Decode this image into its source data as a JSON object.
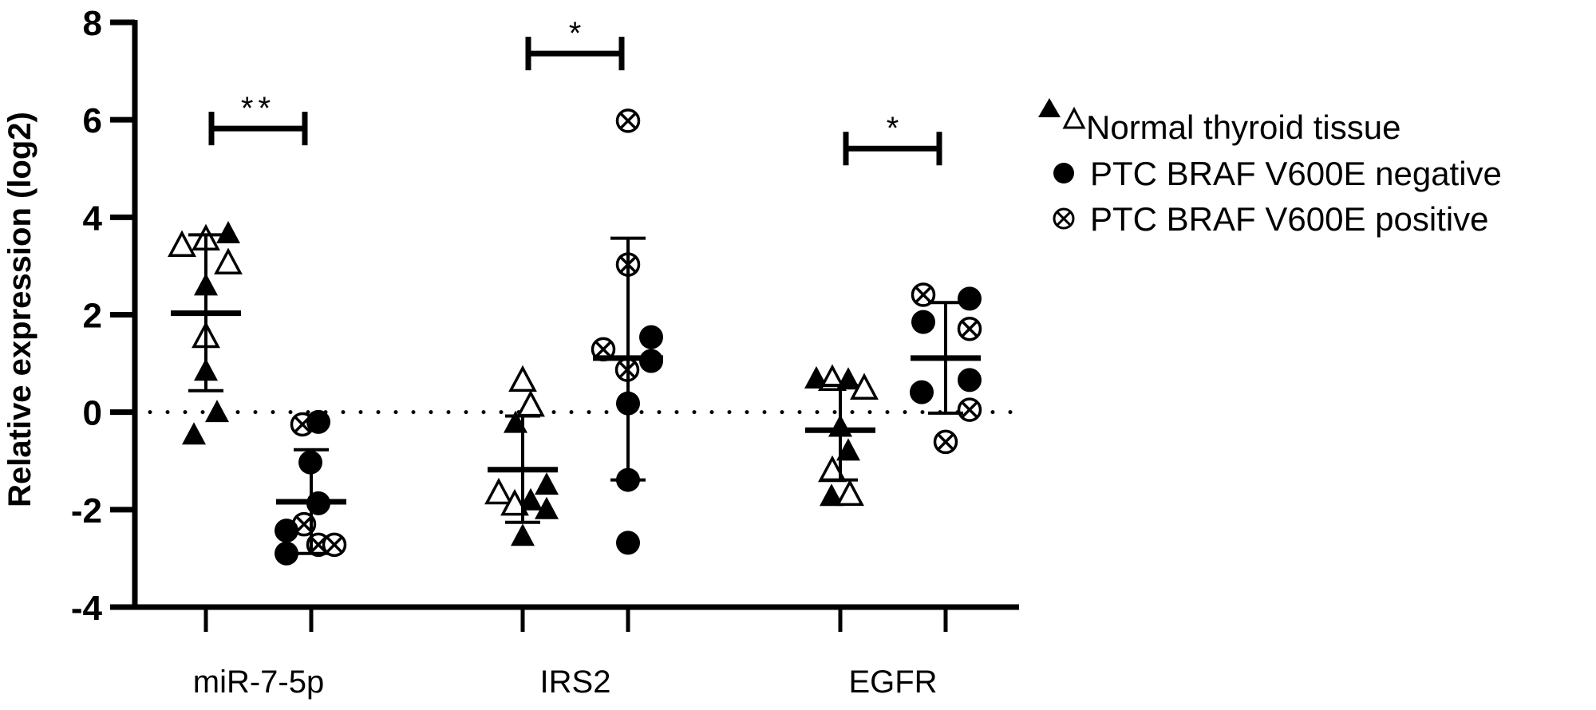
{
  "chart_data": {
    "type": "scatter",
    "subtype": "grouped dot plot with mean and SD error bars",
    "title": "",
    "xlabel": "",
    "ylabel": "Relative expression (log2)",
    "ylim": [
      -4,
      8
    ],
    "yticks": [
      -4,
      -2,
      0,
      2,
      4,
      6,
      8
    ],
    "grid": false,
    "reference_line": {
      "y": 0,
      "style": "dotted"
    },
    "legend_position": "right",
    "categories": [
      "miR-7-5p",
      "IRS2",
      "EGFR"
    ],
    "legend": [
      {
        "label": "Normal thyroid tissue",
        "markers": [
          "triangle-filled",
          "triangle-open"
        ]
      },
      {
        "label": "PTC BRAF V600E negative",
        "markers": [
          "circle-filled"
        ]
      },
      {
        "label": "PTC BRAF V600E positive",
        "markers": [
          "circle-cross"
        ]
      }
    ],
    "groups": [
      {
        "category": "miR-7-5p",
        "group": "Normal thyroid tissue",
        "mean": 2.03,
        "sd_upper": 3.64,
        "sd_lower": 0.44,
        "points": [
          {
            "dx": -30,
            "y": 3.39,
            "marker": "triangle-open"
          },
          {
            "dx": 0,
            "y": 3.52,
            "marker": "triangle-open"
          },
          {
            "dx": 28,
            "y": 3.64,
            "marker": "triangle-filled"
          },
          {
            "dx": 28,
            "y": 3.03,
            "marker": "triangle-open"
          },
          {
            "dx": 0,
            "y": 2.57,
            "marker": "triangle-filled"
          },
          {
            "dx": 0,
            "y": 1.52,
            "marker": "triangle-open"
          },
          {
            "dx": 0,
            "y": 0.82,
            "marker": "triangle-filled"
          },
          {
            "dx": 14,
            "y": -0.03,
            "marker": "triangle-filled"
          },
          {
            "dx": -15,
            "y": -0.49,
            "marker": "triangle-filled"
          }
        ]
      },
      {
        "category": "miR-7-5p",
        "group": "PTC",
        "mean": -1.84,
        "sd_upper": -0.77,
        "sd_lower": -2.9,
        "points": [
          {
            "dx": -11,
            "y": -0.25,
            "marker": "circle-cross"
          },
          {
            "dx": 9,
            "y": -0.2,
            "marker": "circle-filled"
          },
          {
            "dx": -1,
            "y": -1.03,
            "marker": "circle-filled"
          },
          {
            "dx": 9,
            "y": -1.87,
            "marker": "circle-filled"
          },
          {
            "dx": -9,
            "y": -2.3,
            "marker": "circle-cross"
          },
          {
            "dx": -31,
            "y": -2.43,
            "marker": "circle-filled"
          },
          {
            "dx": -31,
            "y": -2.9,
            "marker": "circle-filled"
          },
          {
            "dx": 9,
            "y": -2.72,
            "marker": "circle-cross"
          },
          {
            "dx": 29,
            "y": -2.72,
            "marker": "circle-cross"
          }
        ]
      },
      {
        "category": "IRS2",
        "group": "Normal thyroid tissue",
        "mean": -1.18,
        "sd_upper": -0.08,
        "sd_lower": -2.26,
        "points": [
          {
            "dx": 0,
            "y": 0.62,
            "marker": "triangle-open"
          },
          {
            "dx": 10,
            "y": 0.11,
            "marker": "triangle-open"
          },
          {
            "dx": -9,
            "y": -0.25,
            "marker": "triangle-filled"
          },
          {
            "dx": 30,
            "y": -1.52,
            "marker": "triangle-filled"
          },
          {
            "dx": -30,
            "y": -1.69,
            "marker": "triangle-open"
          },
          {
            "dx": 10,
            "y": -1.84,
            "marker": "triangle-filled"
          },
          {
            "dx": -10,
            "y": -1.92,
            "marker": "triangle-open"
          },
          {
            "dx": 30,
            "y": -2.02,
            "marker": "triangle-filled"
          },
          {
            "dx": 0,
            "y": -2.57,
            "marker": "triangle-filled"
          }
        ]
      },
      {
        "category": "IRS2",
        "group": "PTC",
        "mean": 1.11,
        "sd_upper": 3.57,
        "sd_lower": -1.39,
        "points": [
          {
            "dx": 0,
            "y": 5.98,
            "marker": "circle-cross"
          },
          {
            "dx": 0,
            "y": 3.03,
            "marker": "circle-cross"
          },
          {
            "dx": 29,
            "y": 1.54,
            "marker": "circle-filled"
          },
          {
            "dx": -31,
            "y": 1.29,
            "marker": "circle-cross"
          },
          {
            "dx": 29,
            "y": 1.05,
            "marker": "circle-filled"
          },
          {
            "dx": -1,
            "y": 0.87,
            "marker": "circle-cross"
          },
          {
            "dx": 0,
            "y": 0.18,
            "marker": "circle-filled"
          },
          {
            "dx": 0,
            "y": -1.39,
            "marker": "circle-filled"
          },
          {
            "dx": 0,
            "y": -2.68,
            "marker": "circle-filled"
          }
        ]
      },
      {
        "category": "EGFR",
        "group": "Normal thyroid tissue",
        "mean": -0.37,
        "sd_upper": 0.55,
        "sd_lower": -1.39,
        "points": [
          {
            "dx": -30,
            "y": 0.66,
            "marker": "triangle-filled"
          },
          {
            "dx": -10,
            "y": 0.64,
            "marker": "triangle-open"
          },
          {
            "dx": 10,
            "y": 0.64,
            "marker": "triangle-filled"
          },
          {
            "dx": 30,
            "y": 0.46,
            "marker": "triangle-open"
          },
          {
            "dx": 0,
            "y": -0.33,
            "marker": "triangle-filled"
          },
          {
            "dx": 10,
            "y": -0.82,
            "marker": "triangle-filled"
          },
          {
            "dx": -10,
            "y": -1.23,
            "marker": "triangle-open"
          },
          {
            "dx": -11,
            "y": -1.75,
            "marker": "triangle-filled"
          },
          {
            "dx": 12,
            "y": -1.72,
            "marker": "triangle-open"
          }
        ]
      },
      {
        "category": "EGFR",
        "group": "PTC",
        "mean": 1.11,
        "sd_upper": 2.25,
        "sd_lower": -0.02,
        "points": [
          {
            "dx": -28,
            "y": 2.41,
            "marker": "circle-cross"
          },
          {
            "dx": 30,
            "y": 2.33,
            "marker": "circle-filled"
          },
          {
            "dx": -28,
            "y": 1.85,
            "marker": "circle-filled"
          },
          {
            "dx": 30,
            "y": 1.71,
            "marker": "circle-cross"
          },
          {
            "dx": 30,
            "y": 0.66,
            "marker": "circle-filled"
          },
          {
            "dx": -30,
            "y": 0.41,
            "marker": "circle-filled"
          },
          {
            "dx": 30,
            "y": 0.05,
            "marker": "circle-cross"
          },
          {
            "dx": 0,
            "y": -0.61,
            "marker": "circle-cross"
          }
        ]
      }
    ],
    "significance": [
      {
        "category": "miR-7-5p",
        "label": "**",
        "y": 5.82
      },
      {
        "category": "IRS2",
        "label": "*",
        "y": 7.36
      },
      {
        "category": "EGFR",
        "label": "*",
        "y": 5.41
      }
    ]
  }
}
